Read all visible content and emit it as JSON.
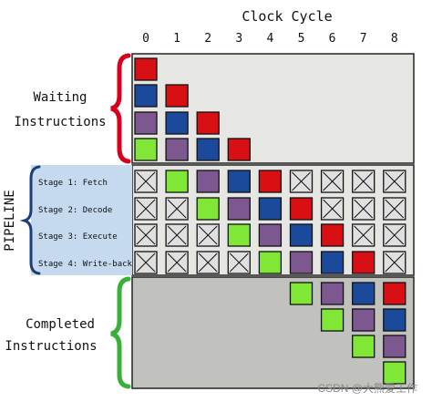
{
  "header": {
    "title": "Clock Cycle",
    "cycles": [
      "0",
      "1",
      "2",
      "3",
      "4",
      "5",
      "6",
      "7",
      "8"
    ]
  },
  "sections": {
    "waiting": [
      "Waiting",
      "Instructions"
    ],
    "completed": [
      "Completed",
      "Instructions"
    ],
    "pipeline": "PIPELINE"
  },
  "stages": [
    "Stage 1: Fetch",
    "Stage 2: Decode",
    "Stage 3: Execute",
    "Stage 4: Write-back"
  ],
  "colors": {
    "red": "#d80f13",
    "blue": "#1b4a9a",
    "purple": "#7d5790",
    "green": "#80e737",
    "brace_red": "#d6001c",
    "brace_blue": "#1b3e78",
    "brace_green": "#3ab03a",
    "waiting_bg": "#e6e6e2",
    "pipeline_bg": "#e6e6e2",
    "completed_bg": "#c1c1bd",
    "stage_label_bg": "#c5d9ef",
    "empty_cell": "#e0e0e0"
  },
  "waiting_rows": [
    [
      "red"
    ],
    [
      "blue",
      "red"
    ],
    [
      "purple",
      "blue",
      "red"
    ],
    [
      "green",
      "purple",
      "blue",
      "red"
    ]
  ],
  "pipeline_grid": [
    [
      "empty",
      "green",
      "purple",
      "blue",
      "red",
      "empty",
      "empty",
      "empty",
      "empty"
    ],
    [
      "empty",
      "empty",
      "green",
      "purple",
      "blue",
      "red",
      "empty",
      "empty",
      "empty"
    ],
    [
      "empty",
      "empty",
      "empty",
      "green",
      "purple",
      "blue",
      "red",
      "empty",
      "empty"
    ],
    [
      "empty",
      "empty",
      "empty",
      "empty",
      "green",
      "purple",
      "blue",
      "red",
      "empty"
    ]
  ],
  "completed_rows": [
    [
      "green",
      "purple",
      "blue",
      "red"
    ],
    [
      "green",
      "purple",
      "blue"
    ],
    [
      "green",
      "purple"
    ],
    [
      "green"
    ]
  ],
  "watermark": "CSDN @大熊爱工作"
}
